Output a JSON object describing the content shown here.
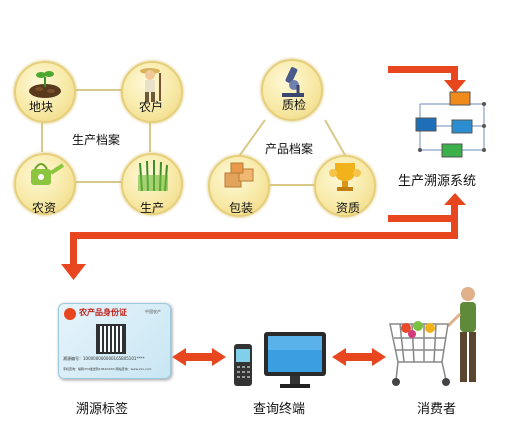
{
  "production_group": {
    "title": "生产档案",
    "nodes": [
      {
        "key": "plot",
        "label": "地块",
        "icon": "soil-plant-icon"
      },
      {
        "key": "farmer",
        "label": "农户",
        "icon": "farmer-icon"
      },
      {
        "key": "input",
        "label": "农资",
        "icon": "watering-can-icon"
      },
      {
        "key": "produce",
        "label": "生产",
        "icon": "crop-icon"
      }
    ]
  },
  "product_group": {
    "title": "产品档案",
    "nodes": [
      {
        "key": "qc",
        "label": "质检",
        "icon": "microscope-icon"
      },
      {
        "key": "pack",
        "label": "包装",
        "icon": "boxes-icon"
      },
      {
        "key": "cert",
        "label": "资质",
        "icon": "trophy-icon"
      }
    ]
  },
  "system": {
    "label": "生产溯源系统",
    "icon": "network-computers-icon"
  },
  "trace_label": {
    "title": "农产品身份证",
    "brand": "中国农产",
    "code_line": "溯源编号：100000000000165805101****",
    "footer": "手机查询：编辑333发送到106XXXXX  网站查询：www.xxx.com",
    "caption": "溯源标签"
  },
  "query": {
    "label": "查询终端",
    "icons": [
      "mobile-phone-icon",
      "monitor-icon"
    ]
  },
  "consumer": {
    "label": "消费者",
    "icon": "shopper-cart-icon"
  },
  "colors": {
    "arrow": "#e8461e",
    "circle": "#f7e9a6",
    "accent_green": "#3c8e2a"
  }
}
